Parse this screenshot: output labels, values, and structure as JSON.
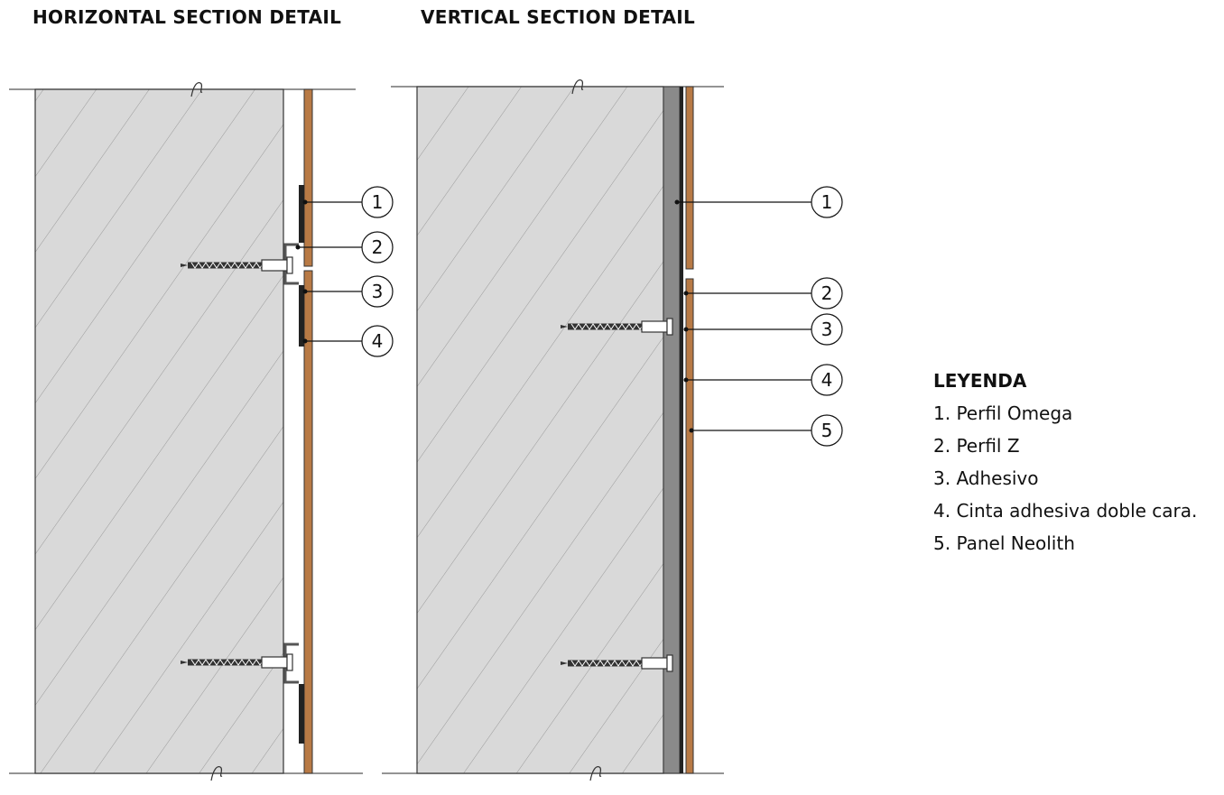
{
  "titles": {
    "horizontal": "HORIZONTAL SECTION DETAIL",
    "vertical": "VERTICAL SECTION DETAIL"
  },
  "colors": {
    "wall_fill": "#d9d9d9",
    "hatch": "#8a8a8a",
    "panel": "#b87a45",
    "profile": "#222222",
    "omega": "#8a8a8a"
  },
  "callouts": {
    "horizontal": [
      "1",
      "2",
      "3",
      "4"
    ],
    "vertical": [
      "1",
      "2",
      "3",
      "4",
      "5"
    ]
  },
  "legend": {
    "title": "LEYENDA",
    "items": [
      "1. Perfil Omega",
      "2. Perfil Z",
      "3. Adhesivo",
      "4. Cinta adhesiva doble cara.",
      "5. Panel Neolith"
    ]
  }
}
